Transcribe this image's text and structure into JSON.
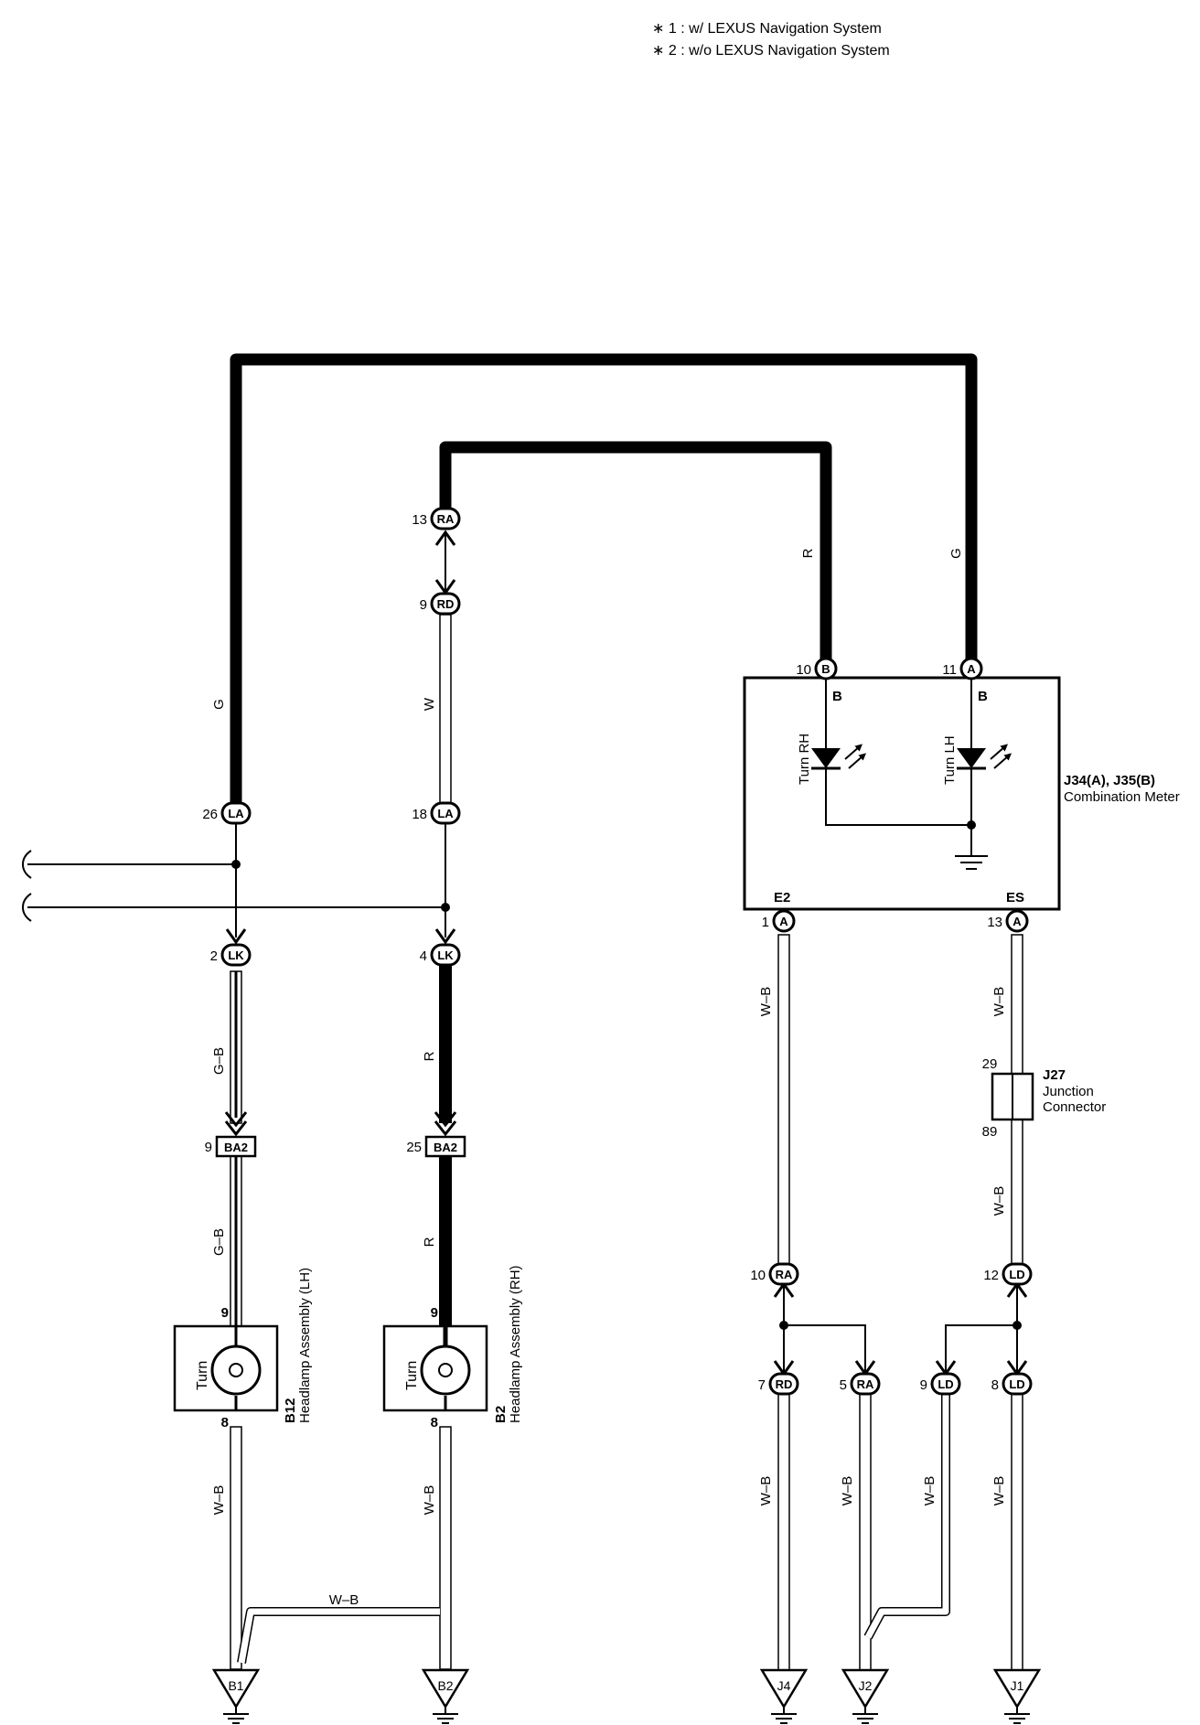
{
  "notes": [
    "∗ 1 : w/ LEXUS Navigation System",
    "∗ 2 : w/o LEXUS Navigation System"
  ],
  "wire_colors": {
    "g_top": "G",
    "r_top": "R",
    "g_left": "G",
    "w_mid": "W",
    "gb_upper": "G–B",
    "gb_lower": "G–B",
    "r_upper": "R",
    "r_lower": "R",
    "wb_b12": "W–B",
    "wb_b2": "W–B",
    "wb_bridge": "W–B",
    "wb_e2": "W–B",
    "wb_es_upper": "W–B",
    "wb_es_lower": "W–B",
    "wb_j4": "W–B",
    "wb_j2": "W–B",
    "wb_j2b": "W–B",
    "wb_j1": "W–B"
  },
  "connectors": {
    "ra_13": {
      "pin": "13",
      "code": "RA"
    },
    "rd_9": {
      "pin": "9",
      "code": "RD"
    },
    "la_26": {
      "pin": "26",
      "code": "LA"
    },
    "la_18": {
      "pin": "18",
      "code": "LA"
    },
    "lk_2": {
      "pin": "2",
      "code": "LK"
    },
    "lk_4": {
      "pin": "4",
      "code": "LK"
    },
    "ba2_9": {
      "pin": "9",
      "code": "BA2"
    },
    "ba2_25": {
      "pin": "25",
      "code": "BA2"
    },
    "meter_b_10": {
      "pin": "10",
      "code": "B"
    },
    "meter_a_11": {
      "pin": "11",
      "code": "A"
    },
    "meter_a_1": {
      "pin": "1",
      "code": "A"
    },
    "meter_a_13": {
      "pin": "13",
      "code": "A"
    },
    "ra_10": {
      "pin": "10",
      "code": "RA"
    },
    "ld_12": {
      "pin": "12",
      "code": "LD"
    },
    "rd_7": {
      "pin": "7",
      "code": "RD"
    },
    "ra_5": {
      "pin": "5",
      "code": "RA"
    },
    "ld_9": {
      "pin": "9",
      "code": "LD"
    },
    "ld_8": {
      "pin": "8",
      "code": "LD"
    }
  },
  "meter": {
    "id": "J34(A), J35(B)",
    "name": "Combination Meter",
    "pin_b_left": "B",
    "pin_b_right": "B",
    "turn_rh": "Turn RH",
    "turn_lh": "Turn LH",
    "e2": "E2",
    "es": "ES"
  },
  "junction": {
    "id": "J27",
    "name_line1": "Junction",
    "name_line2": "Connector",
    "pin_top": "29",
    "pin_bottom": "89"
  },
  "headlamp_lh": {
    "id": "B12",
    "name": "Headlamp Assembly (LH)",
    "bulb": "Turn",
    "pin_top": "9",
    "pin_bottom": "8"
  },
  "headlamp_rh": {
    "id": "B2",
    "name": "Headlamp Assembly (RH)",
    "bulb": "Turn",
    "pin_top": "9",
    "pin_bottom": "8"
  },
  "grounds": [
    "B1",
    "B2",
    "J4",
    "J2",
    "J1"
  ]
}
